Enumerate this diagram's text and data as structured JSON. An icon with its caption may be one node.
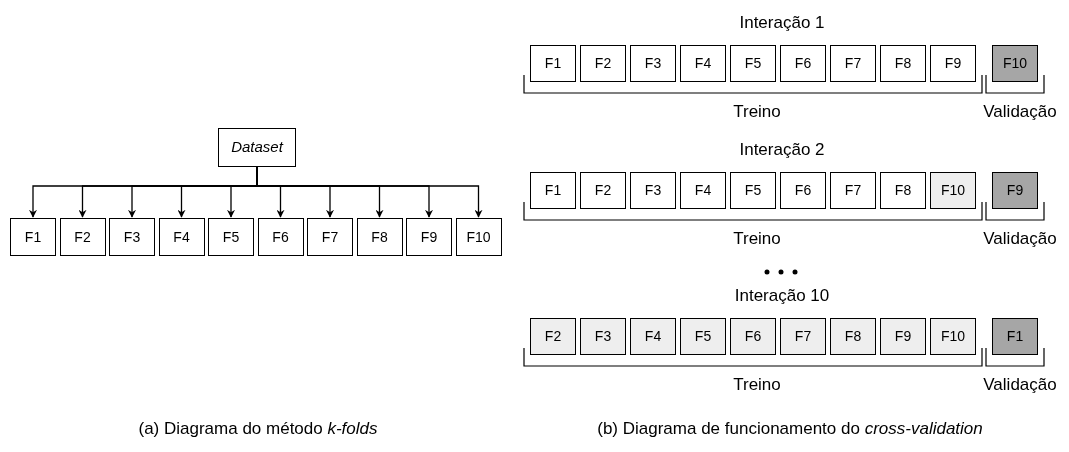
{
  "diagram": {
    "nodes": [
      {
        "text": [
          "Dataset"
        ]
      },
      {
        "text": [
          "F1"
        ]
      },
      {
        "text": [
          "F2"
        ]
      },
      {
        "text": [
          "F3"
        ]
      },
      {
        "text": [
          "F4"
        ]
      },
      {
        "text": [
          "F5"
        ]
      },
      {
        "text": [
          "F6"
        ]
      },
      {
        "text": [
          "F7"
        ]
      },
      {
        "text": [
          "F8"
        ]
      },
      {
        "text": [
          "F9"
        ]
      },
      {
        "text": [
          "F10"
        ]
      },
      {
        "text": [
          "F1"
        ]
      },
      {
        "text": [
          "F2"
        ]
      },
      {
        "text": [
          "F3"
        ]
      },
      {
        "text": [
          "F4"
        ]
      },
      {
        "text": [
          "F5"
        ]
      },
      {
        "text": [
          "F6"
        ]
      },
      {
        "text": [
          "F7"
        ]
      },
      {
        "text": [
          "F8"
        ]
      },
      {
        "text": [
          "F9"
        ]
      },
      {
        "text": [
          "F10"
        ]
      },
      {
        "text": [
          "F1"
        ]
      },
      {
        "text": [
          "F2"
        ]
      },
      {
        "text": [
          "F3"
        ]
      },
      {
        "text": [
          "F4"
        ]
      },
      {
        "text": [
          "F5"
        ]
      },
      {
        "text": [
          "F6"
        ]
      },
      {
        "text": [
          "F7"
        ]
      },
      {
        "text": [
          "F8"
        ]
      },
      {
        "text": [
          "F10"
        ]
      },
      {
        "text": [
          "F9"
        ]
      },
      {
        "text": [
          "F2"
        ]
      },
      {
        "text": [
          "F3"
        ]
      },
      {
        "text": [
          "F4"
        ]
      },
      {
        "text": [
          "F5"
        ]
      },
      {
        "text": [
          "F6"
        ]
      },
      {
        "text": [
          "F7"
        ]
      },
      {
        "text": [
          "F8"
        ]
      },
      {
        "text": [
          "F9"
        ]
      },
      {
        "text": [
          "F10"
        ]
      },
      {
        "text": [
          "F1"
        ]
      }
    ],
    "edges": [
      {
        "from": 0,
        "to": 1,
        "arrow": "to"
      },
      {
        "from": 0,
        "to": 2,
        "arrow": "to"
      },
      {
        "from": 0,
        "to": 3,
        "arrow": "to"
      },
      {
        "from": 0,
        "to": 4,
        "arrow": "to"
      },
      {
        "from": 0,
        "to": 5,
        "arrow": "to"
      },
      {
        "from": 0,
        "to": 6,
        "arrow": "to"
      },
      {
        "from": 0,
        "to": 7,
        "arrow": "to"
      },
      {
        "from": 0,
        "to": 8,
        "arrow": "to"
      },
      {
        "from": 0,
        "to": 9,
        "arrow": "to"
      },
      {
        "from": 0,
        "to": 10,
        "arrow": "to"
      }
    ],
    "labels": [
      "Interação 1",
      "Treino",
      "Validação",
      "Interação 2",
      "Treino",
      "Validação",
      "Interação 10",
      "Treino",
      "Validação",
      "(a) Diagrama do método *k-folds*",
      "(b) Diagrama de funcionamento do *cross-validation*"
    ]
  }
}
